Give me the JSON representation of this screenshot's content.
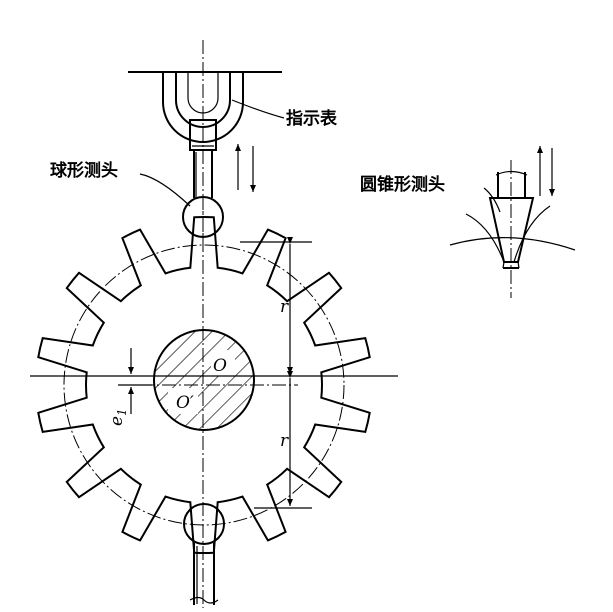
{
  "labels": {
    "indicator": "指示表",
    "ball_probe": "球形测头",
    "cone_probe": "圆锥形测头"
  },
  "symbols": {
    "center_o": "O",
    "center_o_prime": "O′",
    "radius_upper": "r",
    "radius_lower": "r",
    "eccentricity": "e",
    "eccentricity_sub": "1"
  }
}
